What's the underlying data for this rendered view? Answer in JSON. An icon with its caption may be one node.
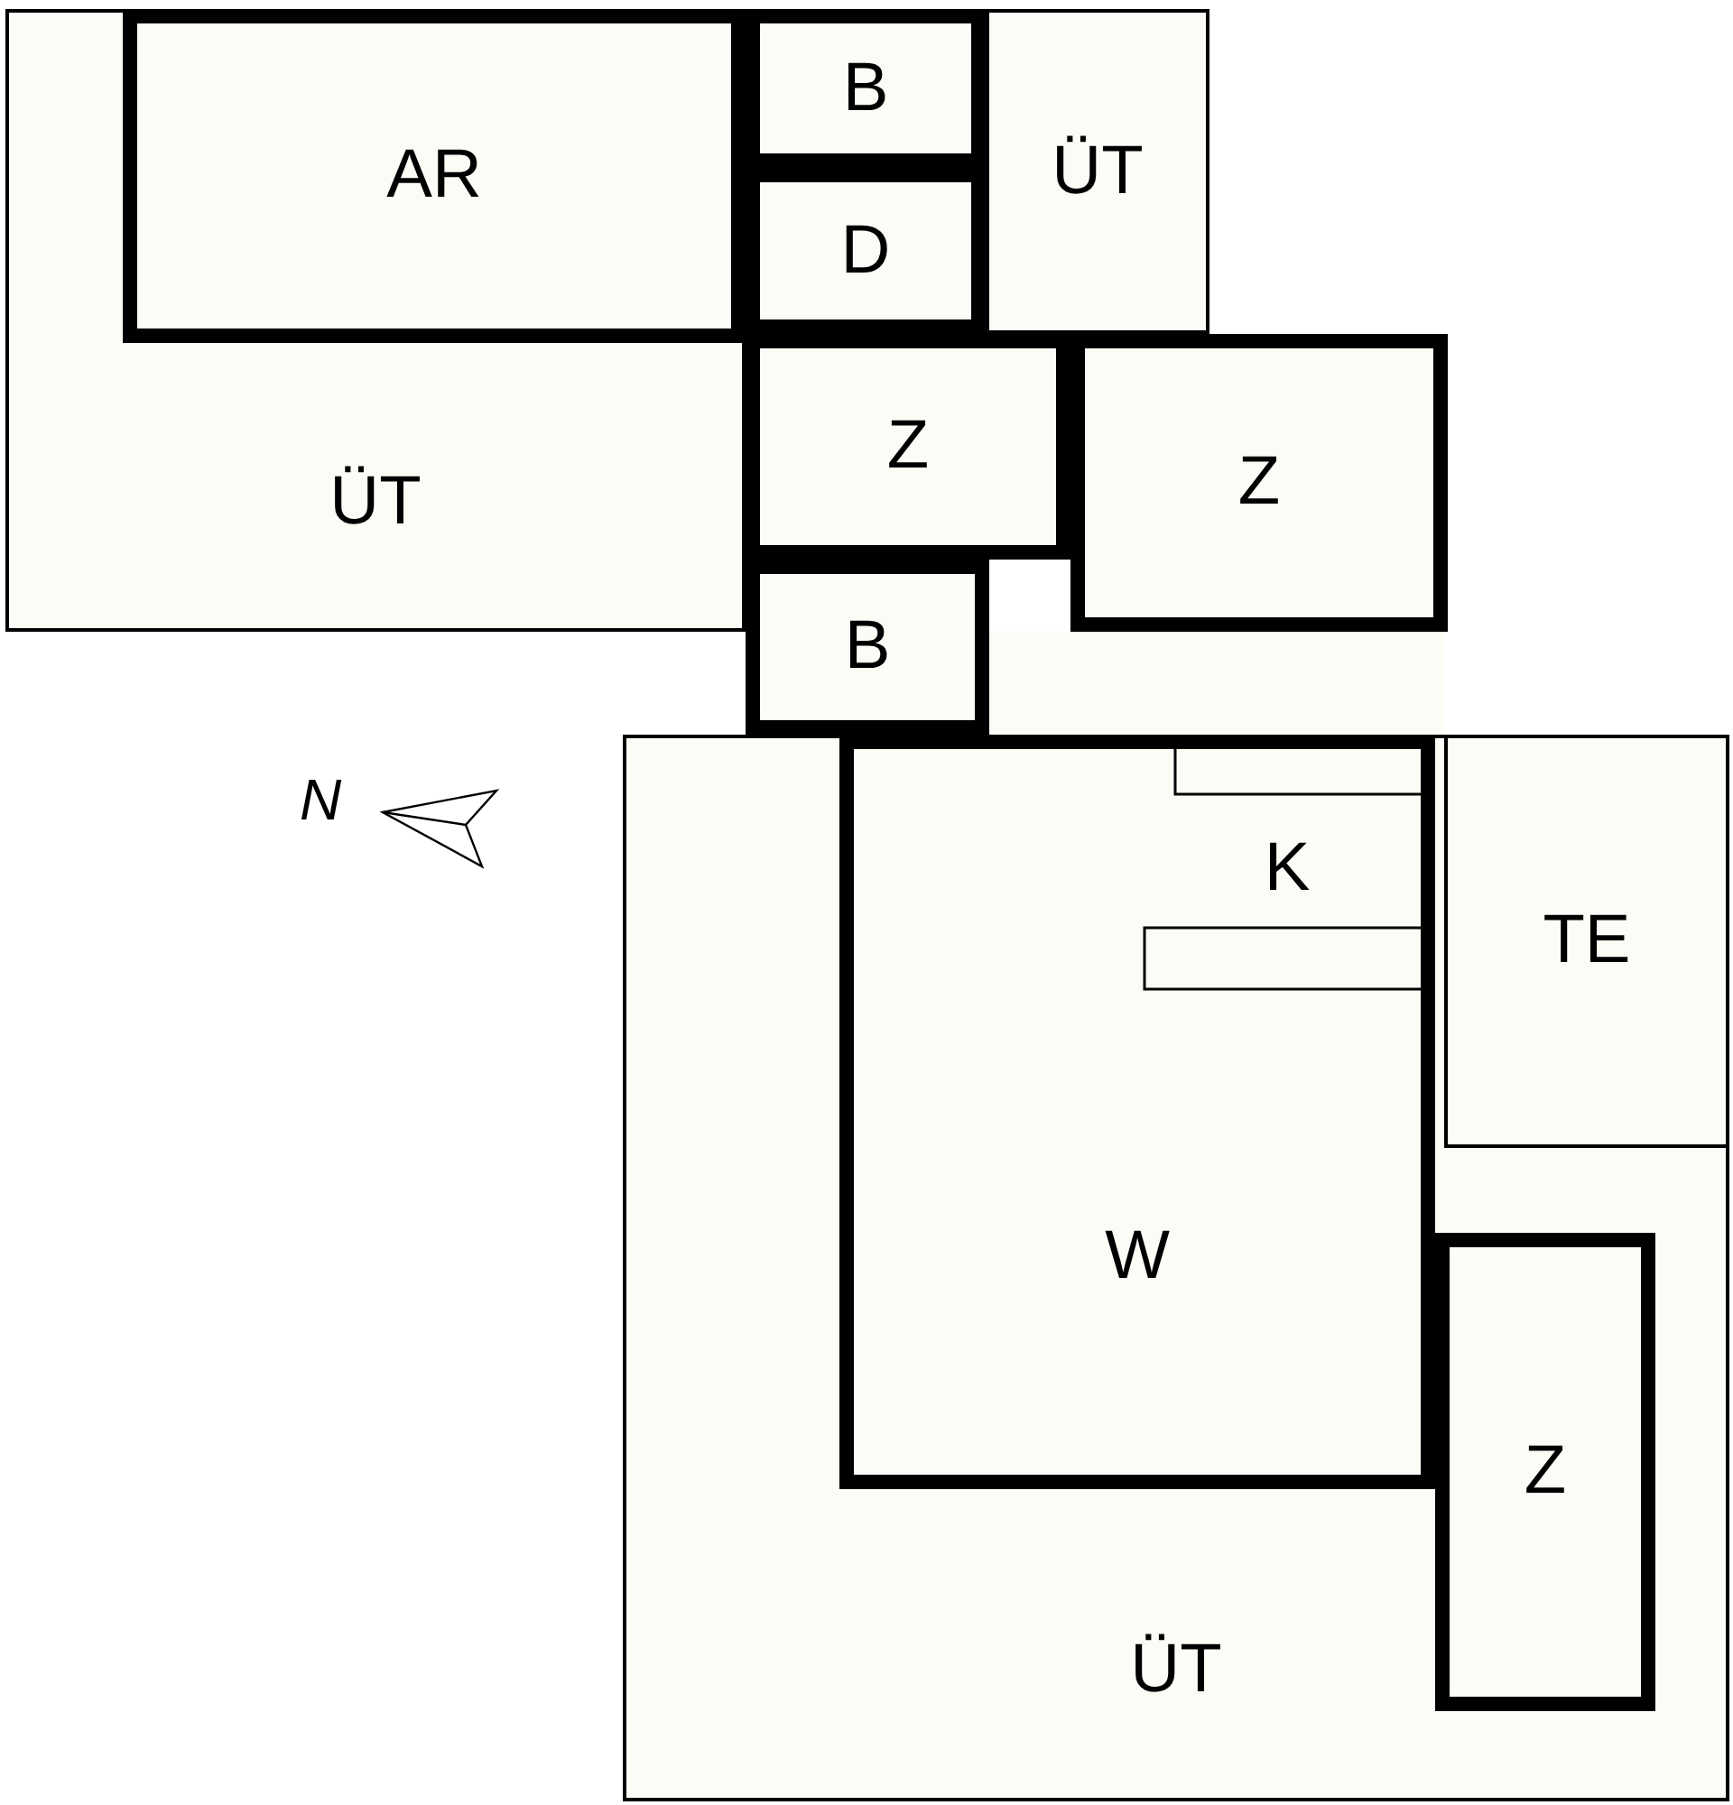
{
  "diagram": {
    "nodes": [
      {
        "text": [
          "ÜT"
        ]
      },
      {
        "text": [
          "AR"
        ],
        "in": 0
      },
      {
        "text": [
          "B"
        ]
      },
      {
        "text": [
          "ÜT"
        ]
      },
      {
        "text": [
          "D"
        ]
      },
      {
        "text": [
          "Z"
        ]
      },
      {
        "text": [
          "Z"
        ]
      },
      {
        "text": [
          "B"
        ]
      },
      {
        "text": [
          "ÜT"
        ]
      },
      {
        "text": [
          "W"
        ],
        "in": 8
      },
      {
        "text": [
          "K"
        ],
        "in": 9
      },
      {
        "text": [
          "TE"
        ],
        "in": 8
      },
      {
        "text": [
          "Z"
        ],
        "in": 8
      },
      {
        "text": [],
        "shape": "box"
      }
    ],
    "edges": [],
    "labels": [
      "N"
    ]
  }
}
